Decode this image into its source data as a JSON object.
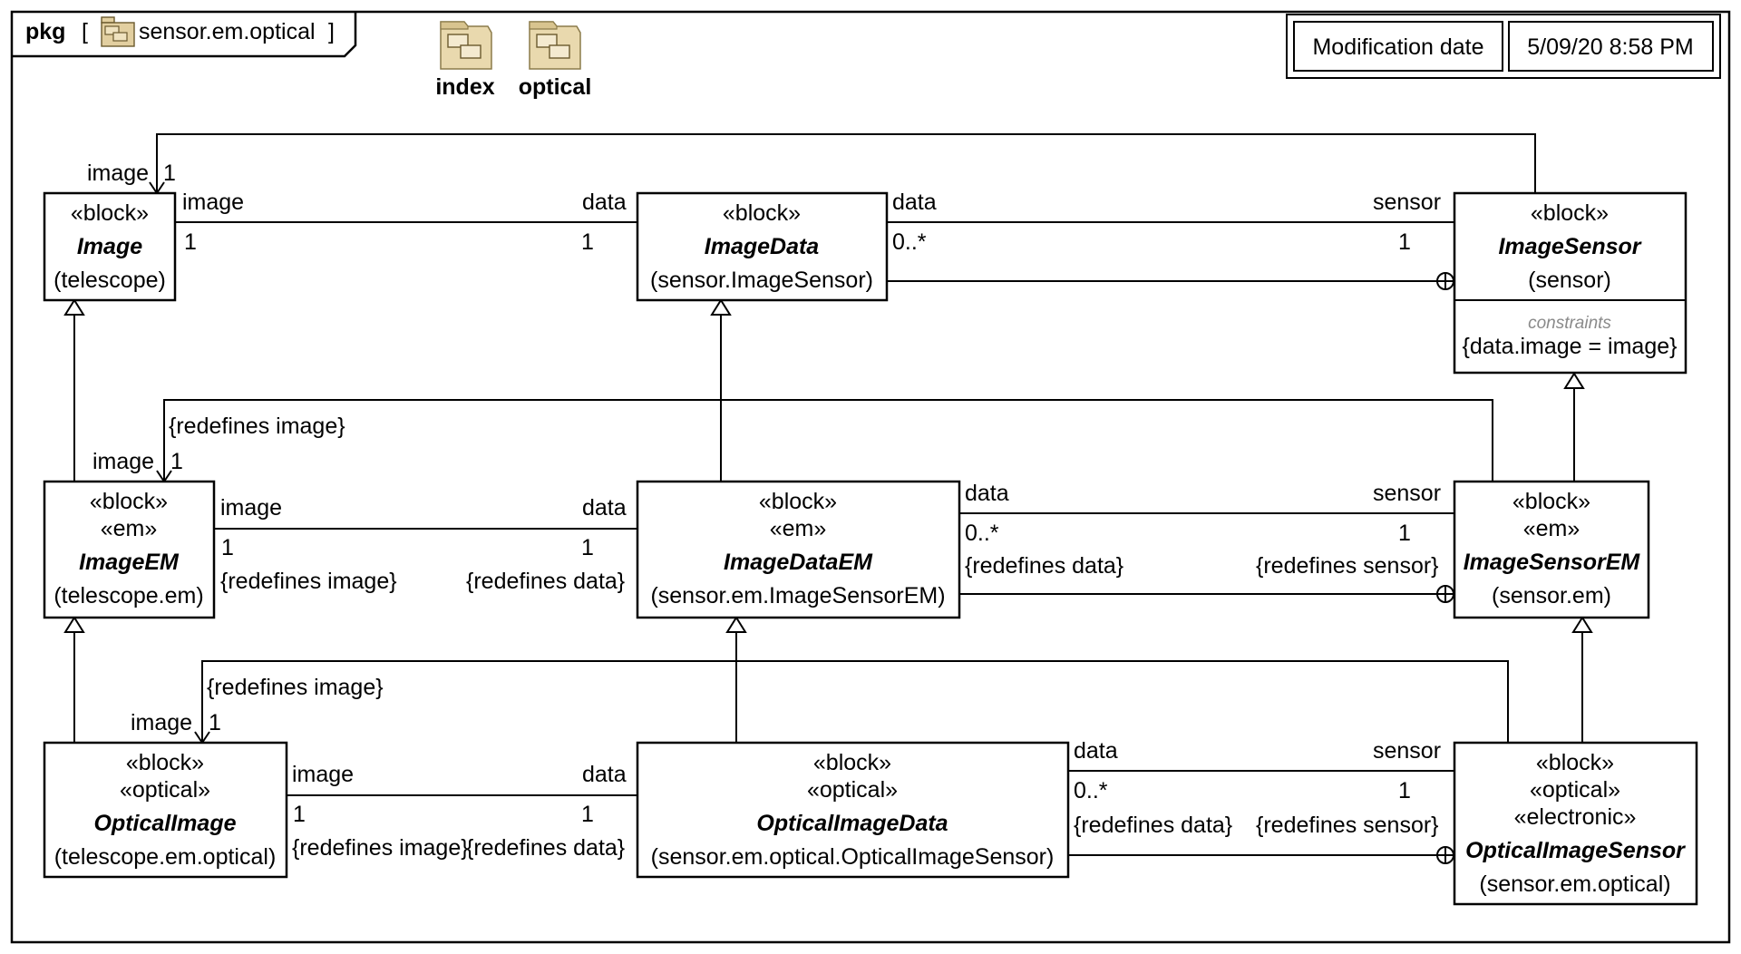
{
  "frame": {
    "keyword": "pkg",
    "name": "sensor.em.optical",
    "package_icon": "package-icon"
  },
  "packages": [
    {
      "id": "index",
      "label": "index",
      "icon": "package-icon"
    },
    {
      "id": "optical",
      "label": "optical",
      "icon": "package-icon"
    }
  ],
  "modification": {
    "label": "Modification date",
    "value": "5/09/20 8:58 PM"
  },
  "blocks": {
    "image": {
      "stereotypes": [
        "«block»"
      ],
      "name": "Image",
      "owner": "(telescope)"
    },
    "image_data": {
      "stereotypes": [
        "«block»"
      ],
      "name": "ImageData",
      "owner": "(sensor.ImageSensor)"
    },
    "image_sensor": {
      "stereotypes": [
        "«block»"
      ],
      "name": "ImageSensor",
      "owner": "(sensor)",
      "compartment_title": "constraints",
      "constraint": "{data.image = image}"
    },
    "image_em": {
      "stereotypes": [
        "«block»",
        "«em»"
      ],
      "name": "ImageEM",
      "owner": "(telescope.em)"
    },
    "image_data_em": {
      "stereotypes": [
        "«block»",
        "«em»"
      ],
      "name": "ImageDataEM",
      "owner": "(sensor.em.ImageSensorEM)"
    },
    "image_sensor_em": {
      "stereotypes": [
        "«block»",
        "«em»"
      ],
      "name": "ImageSensorEM",
      "owner": "(sensor.em)"
    },
    "optical_image": {
      "stereotypes": [
        "«block»",
        "«optical»"
      ],
      "name": "OpticalImage",
      "owner": "(telescope.em.optical)"
    },
    "optical_image_data": {
      "stereotypes": [
        "«block»",
        "«optical»"
      ],
      "name": "OpticalImageData",
      "owner": "(sensor.em.optical.OpticalImageSensor)"
    },
    "optical_image_sensor": {
      "stereotypes": [
        "«block»",
        "«optical»",
        "«electronic»"
      ],
      "name": "OpticalImageSensor",
      "owner": "(sensor.em.optical)"
    }
  },
  "labels": {
    "image": "image",
    "data": "data",
    "sensor": "sensor",
    "one": "1",
    "many": "0..*",
    "redefines_image": "{redefines image}",
    "redefines_data": "{redefines data}",
    "redefines_sensor": "{redefines sensor}"
  }
}
